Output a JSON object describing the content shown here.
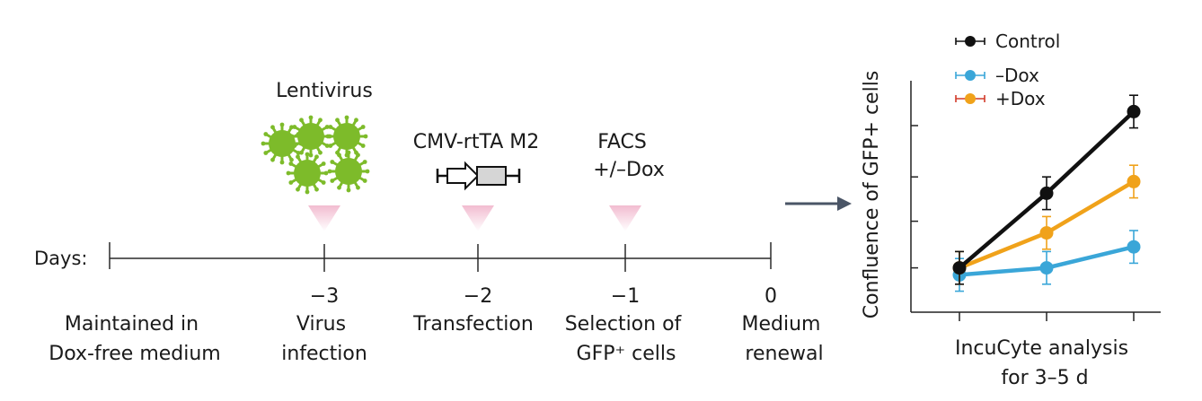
{
  "timeline": {
    "axis_label": "Days:",
    "steps": [
      {
        "day": "",
        "lines": [
          "Maintained in",
          "Dox-free medium"
        ],
        "top_label": []
      },
      {
        "day": "−3",
        "lines": [
          "Virus",
          "infection"
        ],
        "top_label": [
          "Lentivirus"
        ]
      },
      {
        "day": "−2",
        "lines": [
          "Transfection"
        ],
        "top_label": [
          "CMV-rtTA M2"
        ]
      },
      {
        "day": "−1",
        "lines": [
          "Selection of",
          "GFP⁺ cells"
        ],
        "top_label": [
          "FACS",
          "+/–Dox"
        ]
      },
      {
        "day": "0",
        "lines": [
          "Medium",
          "renewal"
        ],
        "top_label": []
      }
    ]
  },
  "colors": {
    "virus": "#7dbb2a",
    "marker": "#e6a3b8",
    "arrow": "#4a5566",
    "control": "#111111",
    "minus_dox": "#3aa6d8",
    "plus_dox": "#f0a21a",
    "plus_dox_errorbar": "#d23a2a"
  },
  "chart_data": {
    "type": "line",
    "ylabel": "Confluence of GFP+ cells",
    "xlabel": [
      "IncuCyte analysis",
      "for 3–5 d"
    ],
    "x": [
      0,
      1,
      2
    ],
    "ylim": [
      0,
      1
    ],
    "grid": false,
    "legend_position": "top",
    "series": [
      {
        "name": "Control",
        "color": "#111111",
        "values": [
          0.19,
          0.51,
          0.86
        ],
        "err": [
          0.07,
          0.07,
          0.07
        ]
      },
      {
        "name": "–Dox",
        "color": "#3aa6d8",
        "values": [
          0.16,
          0.19,
          0.28
        ],
        "err": [
          0.07,
          0.07,
          0.07
        ]
      },
      {
        "name": "+Dox",
        "color": "#f0a21a",
        "values": [
          0.19,
          0.34,
          0.56
        ],
        "err": [
          0.07,
          0.07,
          0.07
        ]
      }
    ]
  }
}
